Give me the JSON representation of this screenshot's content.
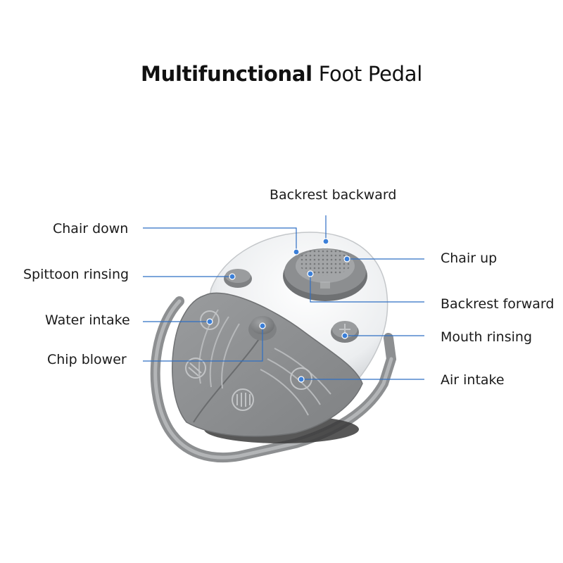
{
  "title": {
    "bold": "Multifunctional",
    "light": " Foot Pedal"
  },
  "labels": {
    "backrest_backward": "Backrest backward",
    "chair_down": "Chair down",
    "chair_up": "Chair up",
    "spittoon_rinsing": "Spittoon rinsing",
    "backrest_forward": "Backrest forward",
    "water_intake": "Water intake",
    "mouth_rinsing": "Mouth rinsing",
    "chip_blower": "Chip blower",
    "air_intake": "Air intake"
  },
  "colors": {
    "leader_line": "#2f6fc4",
    "dot": "#3b7fd8",
    "pedal_gray": "#8e9092",
    "body_white": "#eef0f2"
  }
}
